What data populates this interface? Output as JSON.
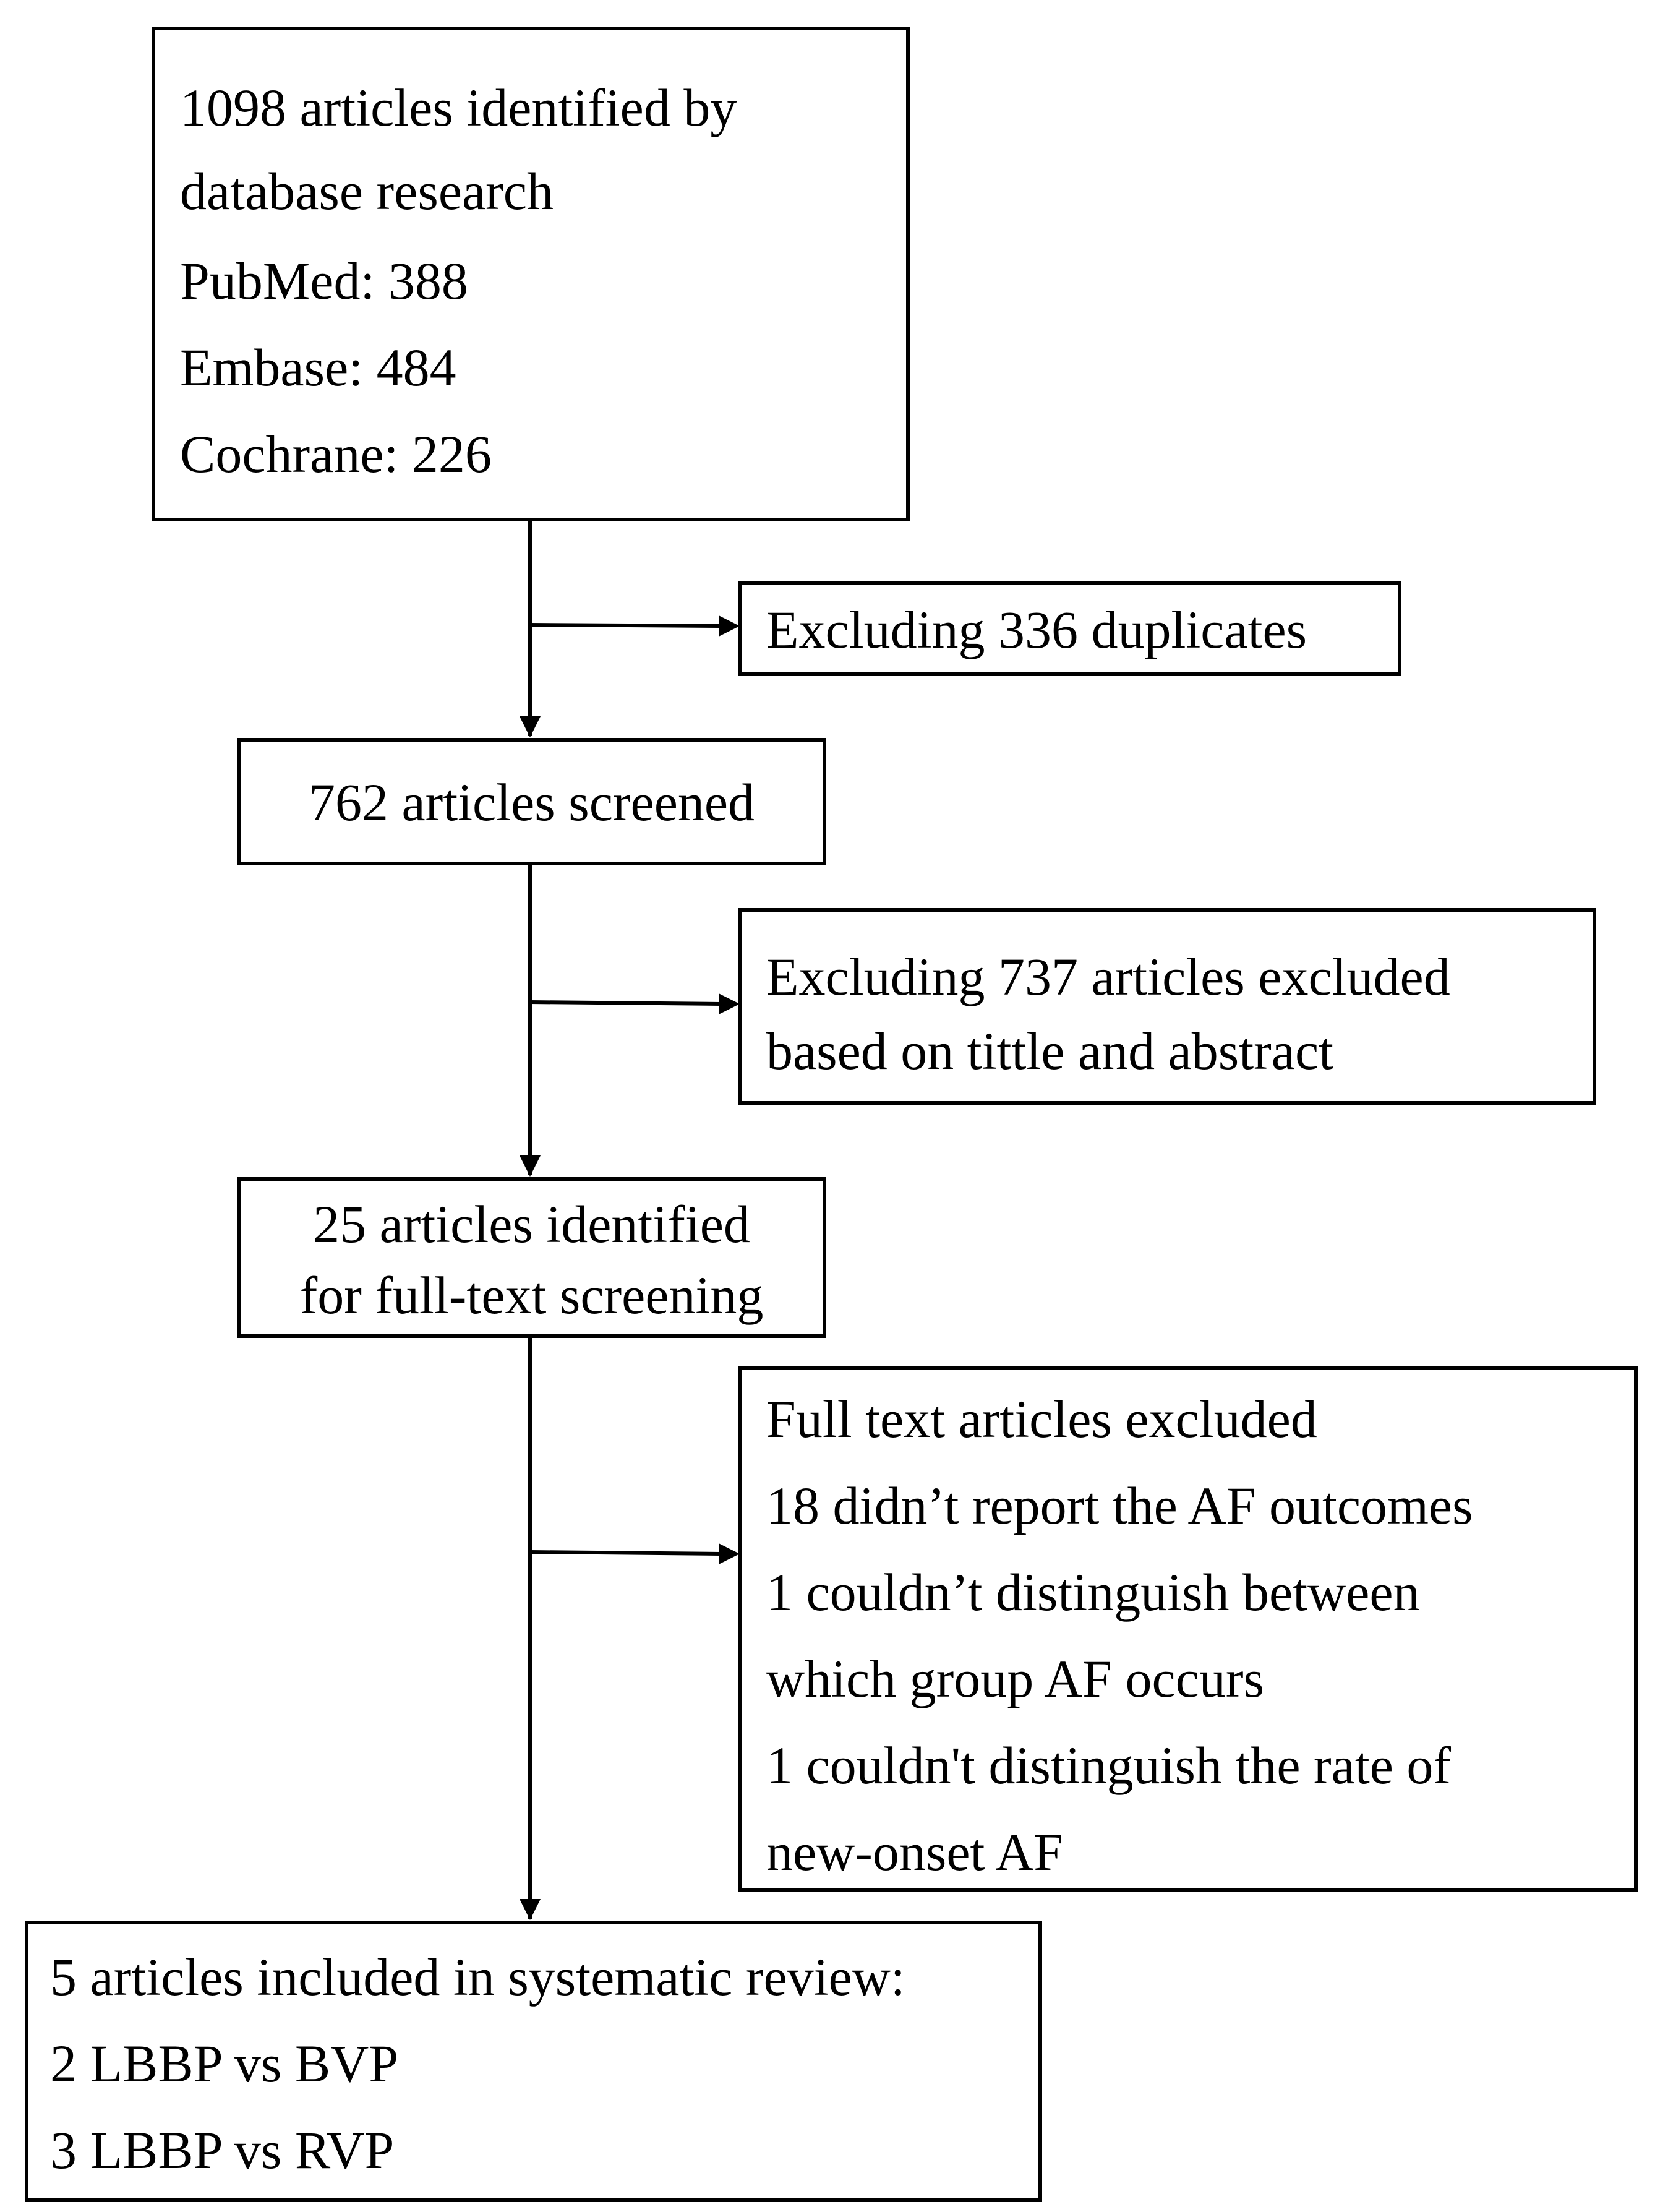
{
  "boxes": {
    "identified": {
      "lines": [
        "1098 articles identified by",
        "database research",
        "PubMed: 388",
        "Embase: 484",
        "Cochrane: 226"
      ]
    },
    "duplicates": {
      "lines": [
        "Excluding 336 duplicates"
      ]
    },
    "screened": {
      "lines": [
        "762 articles screened"
      ]
    },
    "excluded_title": {
      "lines": [
        "Excluding  737 articles excluded",
        "based on tittle and abstract"
      ]
    },
    "fulltext": {
      "lines": [
        "25 articles identified",
        "for full-text screening"
      ]
    },
    "fulltext_excluded": {
      "lines": [
        "Full text articles excluded",
        "18 didn’t report the AF outcomes",
        "1 couldn’t distinguish between",
        "which group AF occurs",
        "1 couldn't distinguish the rate of",
        "new-onset AF"
      ]
    },
    "included": {
      "lines": [
        "5 articles included in systematic review:",
        "2 LBBP vs BVP",
        "3 LBBP vs RVP"
      ]
    }
  }
}
